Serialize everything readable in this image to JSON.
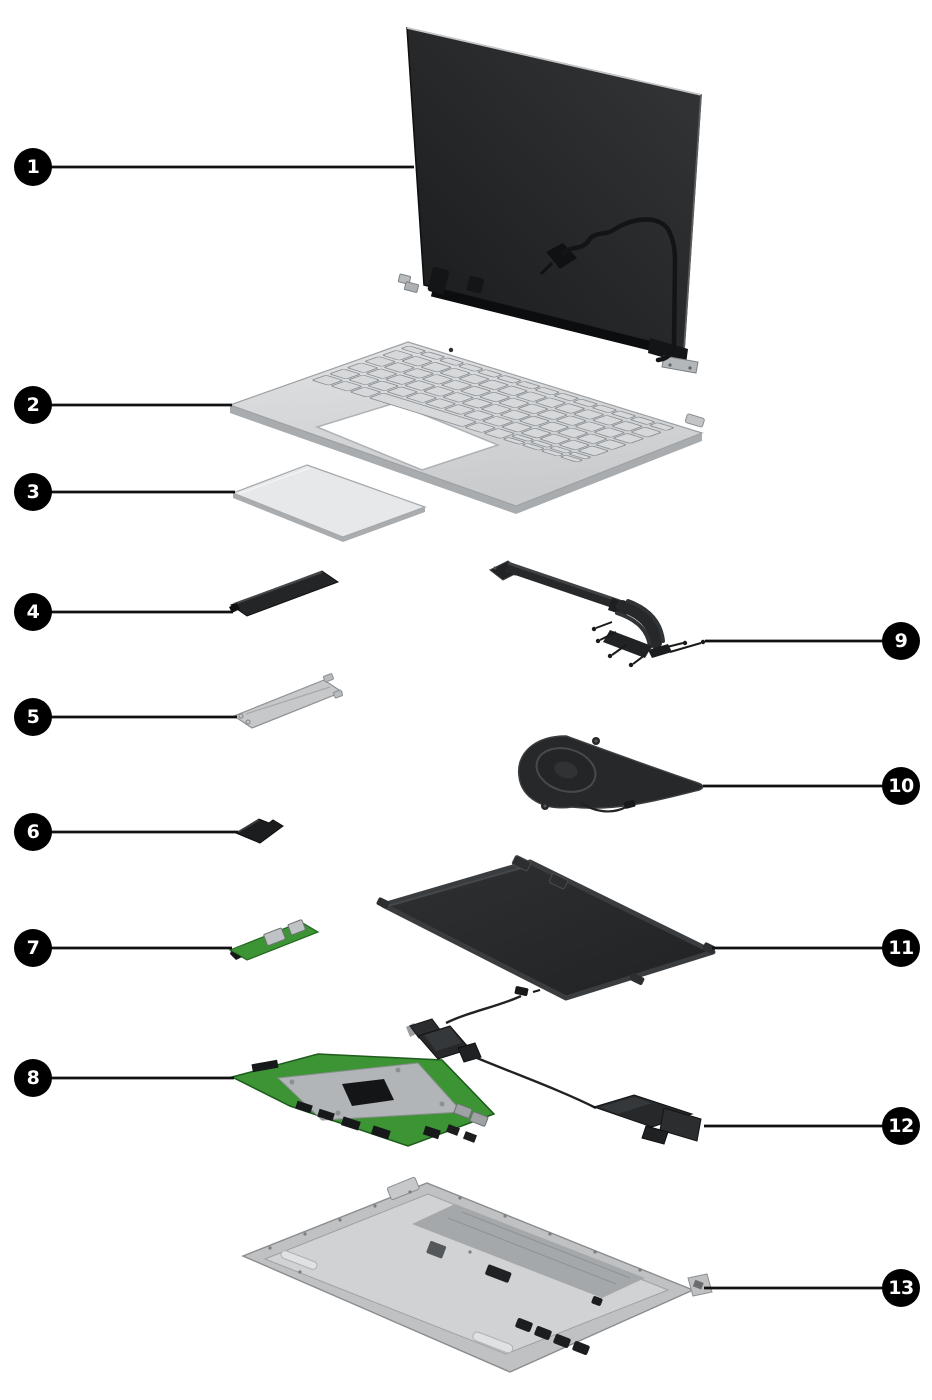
{
  "figure": {
    "type": "exploded-view-parts-diagram",
    "subject": "laptop",
    "background_color": "#ffffff",
    "callout_style": {
      "shape": "filled-circle",
      "fill": "#000000",
      "number_color": "#ffffff"
    },
    "leader_line_color": "#111111",
    "callouts": [
      {
        "number": "1",
        "part": "display-assembly"
      },
      {
        "number": "2",
        "part": "top-cover-with-keyboard"
      },
      {
        "number": "3",
        "part": "touchpad"
      },
      {
        "number": "4",
        "part": "solid-state-drive"
      },
      {
        "number": "5",
        "part": "ssd-shield"
      },
      {
        "number": "6",
        "part": "wlan-module"
      },
      {
        "number": "7",
        "part": "io-board"
      },
      {
        "number": "8",
        "part": "system-board"
      },
      {
        "number": "9",
        "part": "heat-sink"
      },
      {
        "number": "10",
        "part": "fan"
      },
      {
        "number": "11",
        "part": "battery"
      },
      {
        "number": "12",
        "part": "speakers"
      },
      {
        "number": "13",
        "part": "bottom-cover"
      }
    ],
    "palette": {
      "dark_component": "#26282a",
      "silver_component": "#d6d8da",
      "pcb_green": "#3c9435",
      "shield_gray": "#b2b5b8",
      "bottom_cover_gray": "#c9cbcd"
    }
  }
}
